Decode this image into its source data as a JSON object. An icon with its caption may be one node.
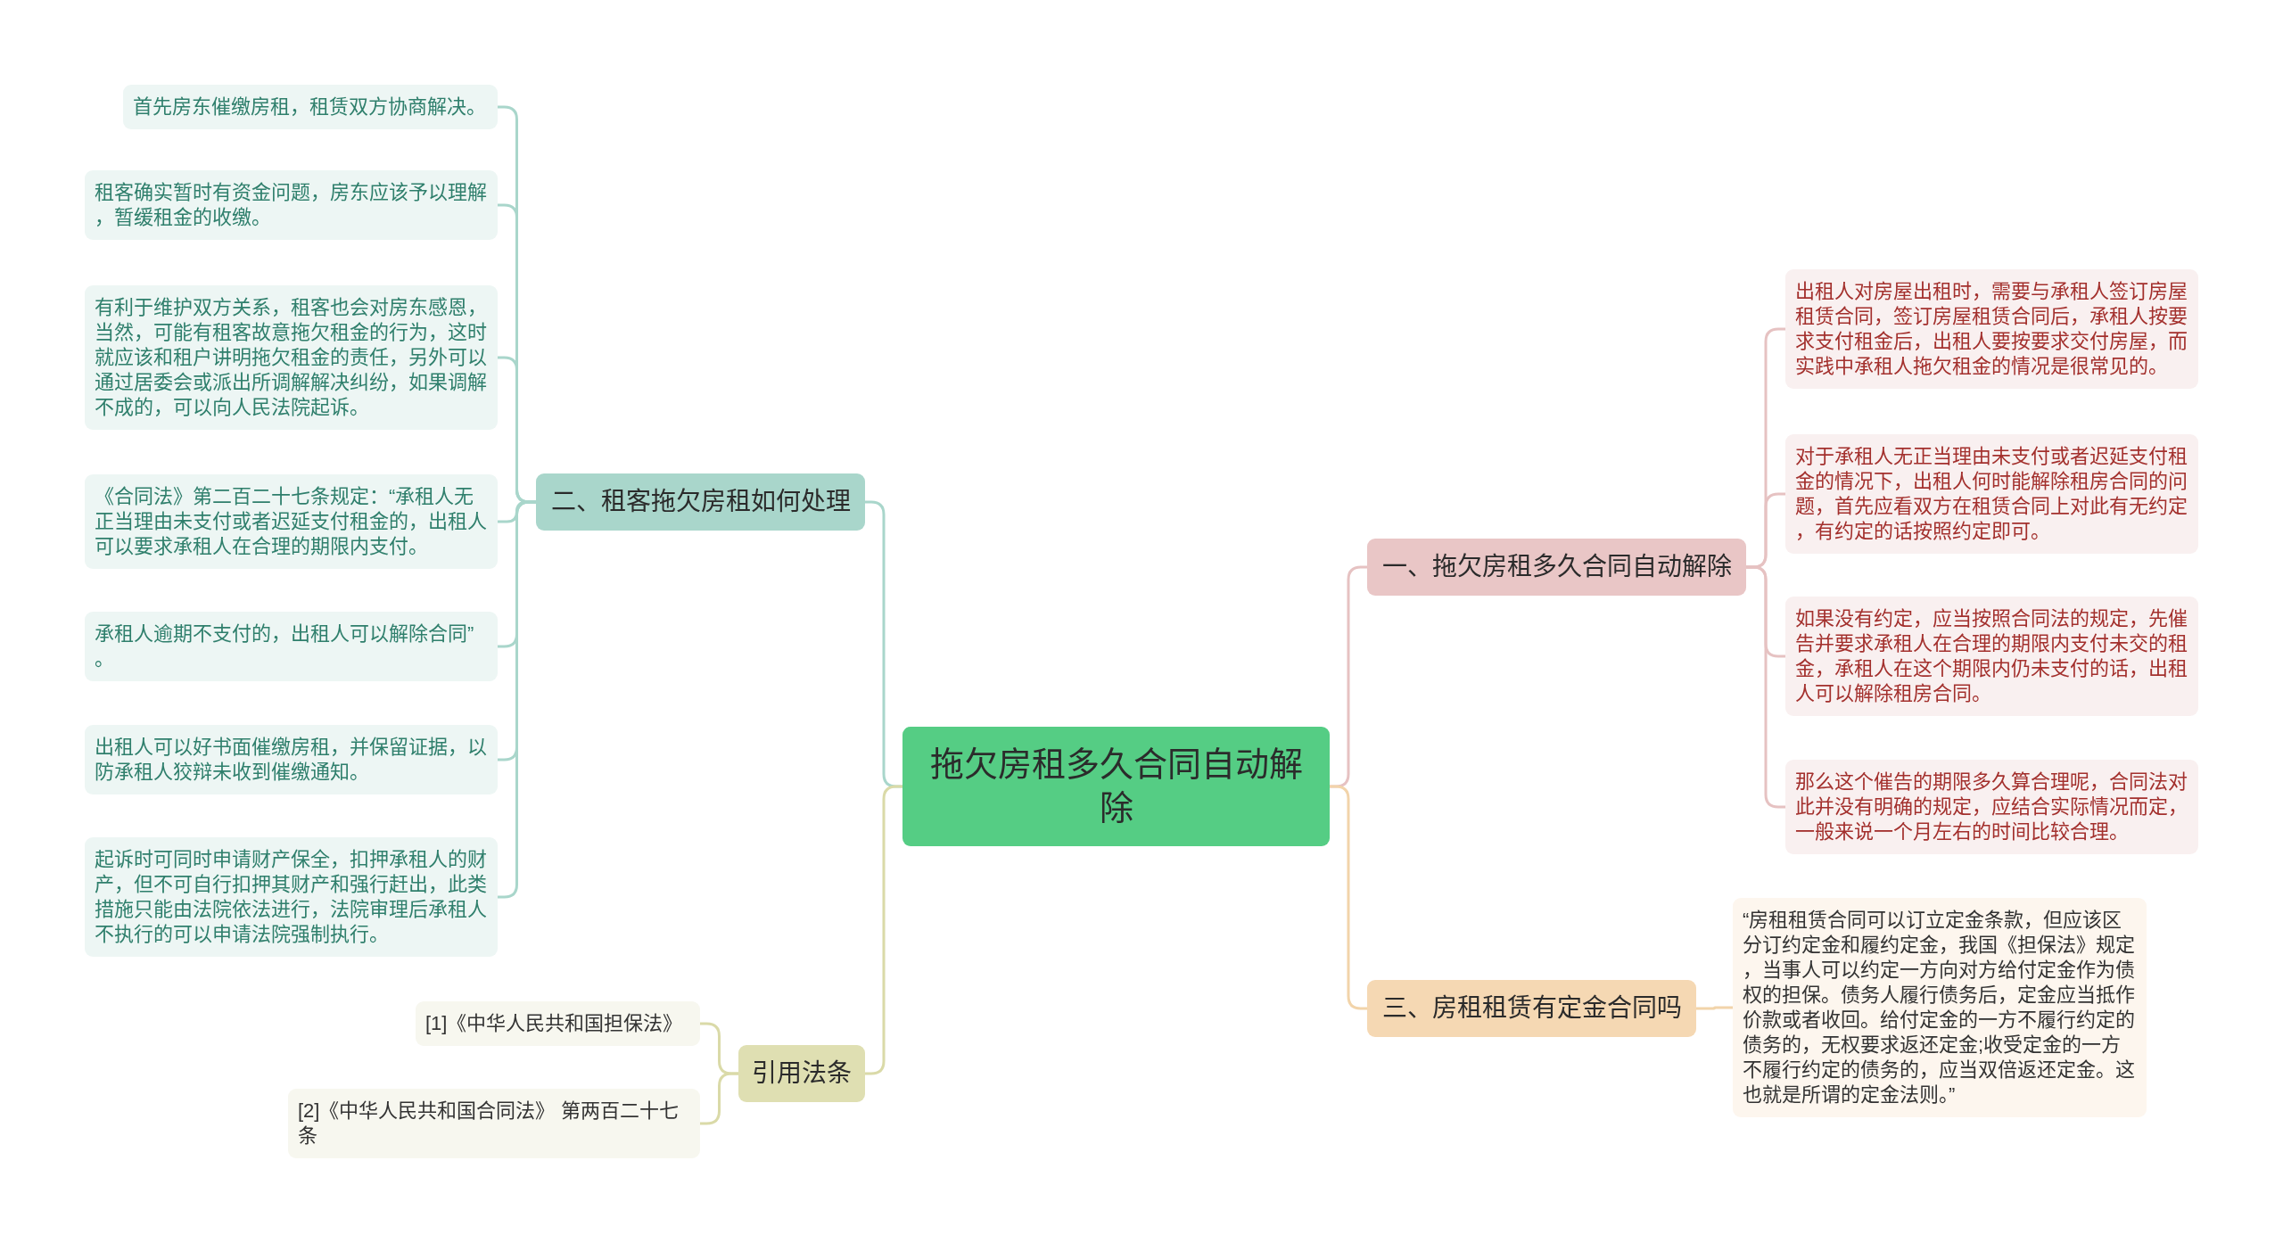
{
  "diagram": {
    "nodes": [
      {
        "text": [
          "拖欠房租多久合同自动解除"
        ]
      },
      {
        "text": [
          "一、拖欠房租多久合同自动解除"
        ]
      },
      {
        "text": [
          "出租人对房屋出租时，需要与承租人签订房屋租赁合同，签订房屋租赁合同后，承租人按要求支付租金后，出租人要按要求交付房屋，而实践中承租人拖欠租金的情况是很常见的。"
        ]
      },
      {
        "text": [
          "对于承租人无正当理由未支付或者迟延支付租金的情况下，出租人何时能解除租房合同的问题，首先应看双方在租赁合同上对此有无约定，有约定的话按照约定即可。"
        ]
      },
      {
        "text": [
          "如果没有约定，应当按照合同法的规定，先催告并要求承租人在合理的期限内支付未交的租金，承租人在这个期限内仍未支付的话，出租人可以解除租房合同。"
        ]
      },
      {
        "text": [
          "那么这个催告的期限多久算合理呢，合同法对此并没有明确的规定，应结合实际情况而定，一般来说一个月左右的时间比较合理。"
        ]
      },
      {
        "text": [
          "二、租客拖欠房租如何处理"
        ]
      },
      {
        "text": [
          "首先房东催缴房租，租赁双方协商解决。"
        ]
      },
      {
        "text": [
          "租客确实暂时有资金问题，房东应该予以理解，暂缓租金的收缴。"
        ]
      },
      {
        "text": [
          "有利于维护双方关系，租客也会对房东感恩，当然，可能有租客故意拖欠租金的行为，这时就应该和租户讲明拖欠租金的责任，另外可以通过居委会或派出所调解解决纠纷，如果调解不成的，可以向人民法院起诉。"
        ]
      },
      {
        "text": [
          "《合同法》第二百二十七条规定：“承租人无正当理由未支付或者迟延支付租金的，出租人可以要求承租人在合理的期限内支付。"
        ]
      },
      {
        "text": [
          "承租人逾期不支付的，出租人可以解除合同”。"
        ]
      },
      {
        "text": [
          "出租人可以好书面催缴房租，并保留证据，以防承租人狡辩未收到催缴通知。"
        ]
      },
      {
        "text": [
          "起诉时可同时申请财产保全，扣押承租人的财产，但不可自行扣押其财产和强行赶出，此类措施只能由法院依法进行，法院审理后承租人不执行的可以申请法院强制执行。"
        ]
      },
      {
        "text": [
          "三、房租租赁有定金合同吗"
        ]
      },
      {
        "text": [
          "“房租租赁合同可以订立定金条款，但应该区分订约定金和履约定金，我国《担保法》规定，当事人可以约定一方向对方给付定金作为债权的担保。债务人履行债务后，定金应当抵作价款或者收回。给付定金的一方不履行约定的债务的，无权要求返还定金;收受定金的一方不履行约定的债务的，应当双倍返还定金。这也就是所谓的定金法则。”"
        ]
      },
      {
        "text": [
          "引用法条"
        ]
      },
      {
        "text": [
          "[1]《中华人民共和国担保法》"
        ]
      },
      {
        "text": [
          "[2]《中华人民共和国合同法》 第两百二十七条"
        ]
      }
    ],
    "edges": [
      {
        "from": 0,
        "to": 1,
        "arrow": "none",
        "color": "#e6c2c2"
      },
      {
        "from": 1,
        "to": 2,
        "arrow": "none",
        "color": "#e6c2c2"
      },
      {
        "from": 1,
        "to": 3,
        "arrow": "none",
        "color": "#e6c2c2"
      },
      {
        "from": 1,
        "to": 4,
        "arrow": "none",
        "color": "#e6c2c2"
      },
      {
        "from": 1,
        "to": 5,
        "arrow": "none",
        "color": "#e6c2c2"
      },
      {
        "from": 0,
        "to": 6,
        "arrow": "none"
      },
      {
        "from": 6,
        "to": 7,
        "arrow": "none"
      },
      {
        "from": 6,
        "to": 8,
        "arrow": "none"
      },
      {
        "from": 6,
        "to": 9,
        "arrow": "none"
      },
      {
        "from": 6,
        "to": 10,
        "arrow": "none"
      },
      {
        "from": 6,
        "to": 11,
        "arrow": "none"
      },
      {
        "from": 6,
        "to": 12,
        "arrow": "none"
      },
      {
        "from": 6,
        "to": 13,
        "arrow": "none"
      },
      {
        "from": 0,
        "to": 14,
        "arrow": "none",
        "color": "#f2d4aa"
      },
      {
        "from": 14,
        "to": 15,
        "arrow": "none",
        "color": "#f2d4aa"
      },
      {
        "from": 0,
        "to": 16,
        "arrow": "none",
        "color": "#dadaa8"
      },
      {
        "from": 16,
        "to": 17,
        "arrow": "none",
        "color": "#dadaa8"
      },
      {
        "from": 16,
        "to": 18,
        "arrow": "none",
        "color": "#dadaa8"
      }
    ]
  }
}
